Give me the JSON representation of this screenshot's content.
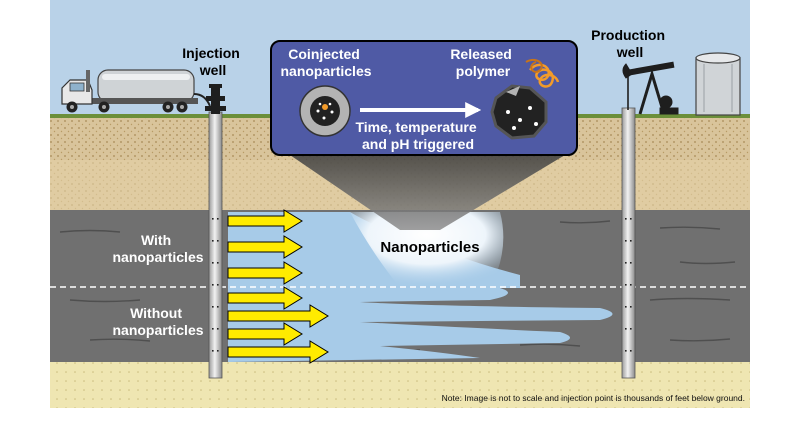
{
  "labels": {
    "injection_well": [
      "Injection",
      "well"
    ],
    "production_well": [
      "Production",
      "well"
    ],
    "coinjected": [
      "Coinjected",
      "nanoparticles"
    ],
    "released": [
      "Released",
      "polymer"
    ],
    "trigger": [
      "Time, temperature",
      "and pH triggered"
    ],
    "nanoparticles": "Nanoparticles",
    "with": [
      "With",
      "nanoparticles"
    ],
    "without": [
      "Without",
      "nanoparticles"
    ]
  },
  "note": "Note: Image is not to scale and injection point is thousands of feet below ground.",
  "colors": {
    "sky": "#b9d2e8",
    "soil": "#d9c49b",
    "rock": "#707070",
    "water": "#a7cbe8",
    "arrow": "#ffeb00",
    "panel": "#4f5aa5",
    "sand": "#efe6b2"
  },
  "icons": [
    "tanker-truck-icon",
    "wellhead-valve-icon",
    "pumpjack-icon",
    "storage-tank-icon",
    "nanoparticle-icon",
    "polymer-release-icon"
  ]
}
